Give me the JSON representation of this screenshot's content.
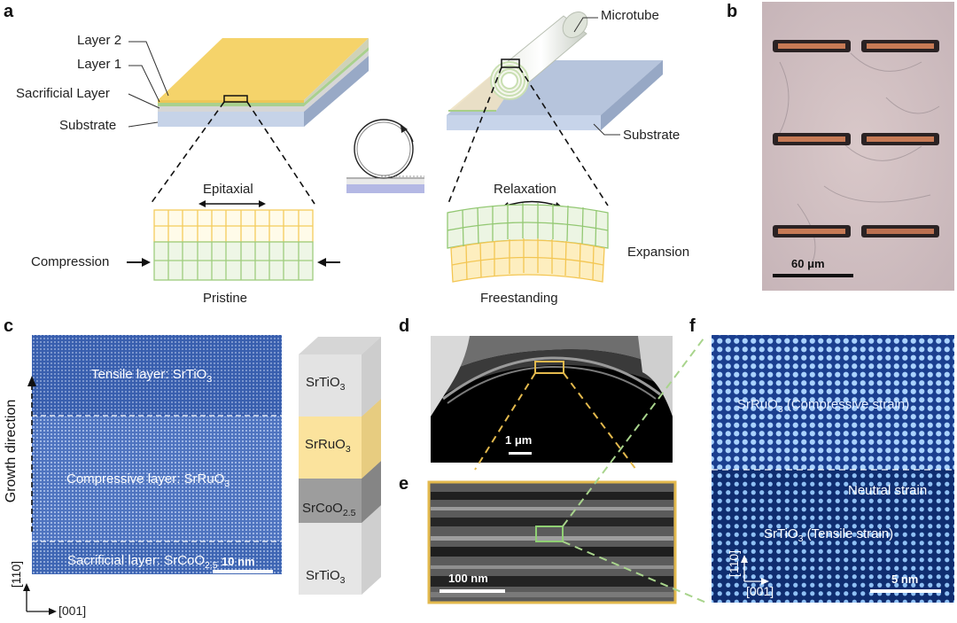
{
  "panels": {
    "a": "a",
    "b": "b",
    "c": "c",
    "d": "d",
    "e": "e",
    "f": "f"
  },
  "panel_a": {
    "layer2": "Layer 2",
    "layer1": "Layer 1",
    "sacrificial": "Sacrificial Layer",
    "substrate_left": "Substrate",
    "microtube": "Microtube",
    "substrate_right": "Substrate",
    "epitaxial": "Epitaxial",
    "compression": "Compression",
    "pristine": "Pristine",
    "relaxation": "Relaxation",
    "expansion": "Expansion",
    "freestanding": "Freestanding"
  },
  "panel_b": {
    "scale": "60 μm"
  },
  "panel_c": {
    "growth": "Growth direction",
    "tensile_prefix": "Tensile layer: SrTiO",
    "compressive_prefix": "Compressive layer: SrRuO",
    "sacrificial_prefix": "Sacrificial layer:  SrCoO",
    "sub3": "3",
    "sub25": "2.5",
    "scale": "10 nm",
    "axis_110": "[110]",
    "axis_001": "[001]",
    "stack_srtio_top": "SrTiO",
    "stack_srruo": "SrRuO",
    "stack_srcoo": "SrCoO",
    "stack_srtio_bottom": "SrTiO"
  },
  "panel_d": {
    "scale": "1 μm"
  },
  "panel_e": {
    "scale": "100 nm"
  },
  "panel_f": {
    "srruo_prefix": "SrRuO",
    "srruo_suffix": " (Compressive strain)",
    "neutral": "Neutral strain",
    "srtio_prefix": "SrTiO",
    "srtio_suffix": " (Tensile strain)",
    "sub3": "3",
    "scale": "5 nm",
    "axis_110": "[110]",
    "axis_001": "[001]"
  }
}
